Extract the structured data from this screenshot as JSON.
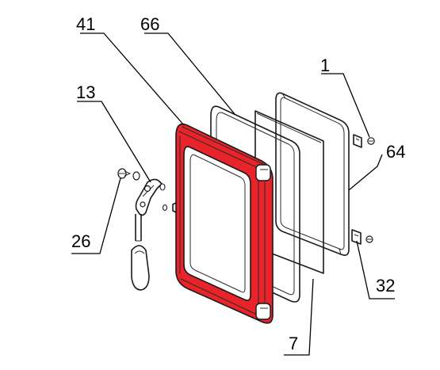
{
  "colors": {
    "highlight": "#e8242a",
    "line": "#1a1a1a",
    "background": "#ffffff"
  },
  "callouts": [
    {
      "id": "41",
      "label": "41"
    },
    {
      "id": "66",
      "label": "66"
    },
    {
      "id": "13",
      "label": "13"
    },
    {
      "id": "1",
      "label": "1"
    },
    {
      "id": "64",
      "label": "64"
    },
    {
      "id": "26",
      "label": "26"
    },
    {
      "id": "32",
      "label": "32"
    },
    {
      "id": "7",
      "label": "7"
    }
  ]
}
